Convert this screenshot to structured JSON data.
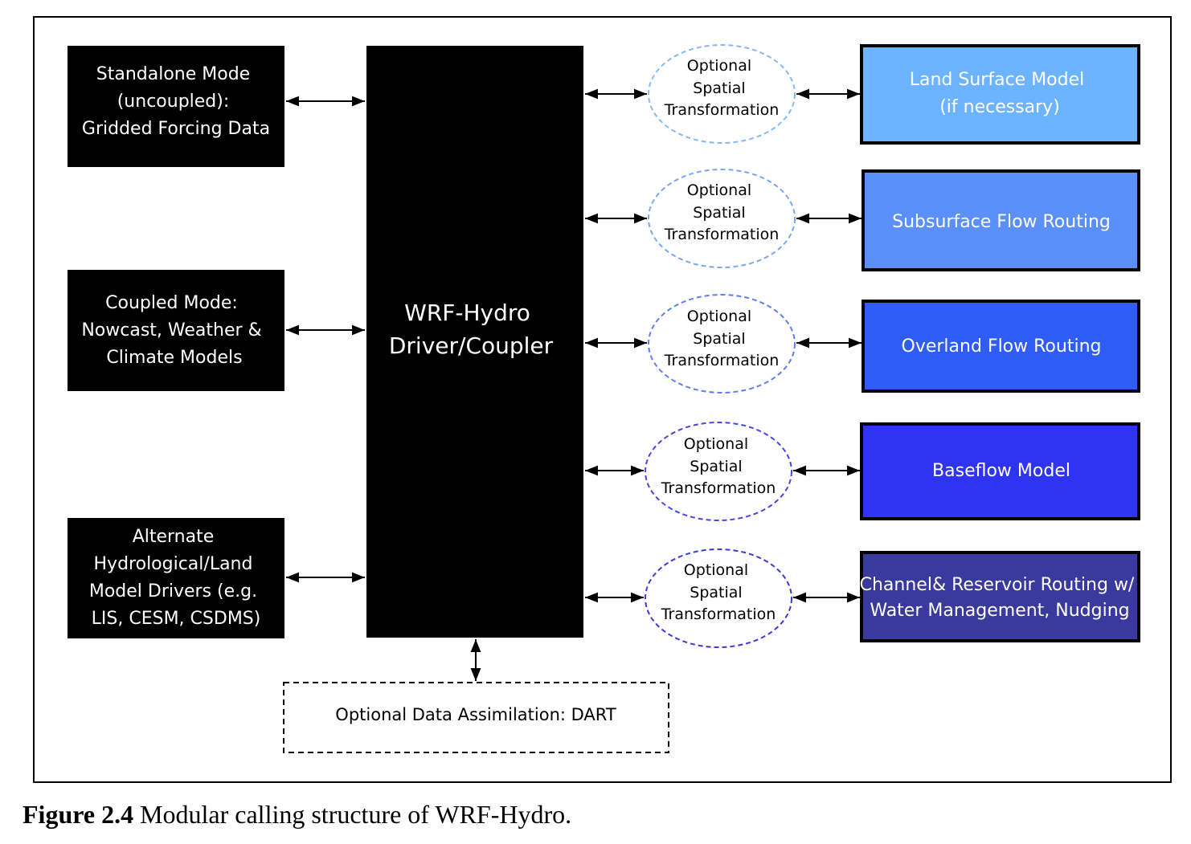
{
  "inputs": [
    {
      "lines": [
        "Standalone Mode",
        "(uncoupled):",
        "Gridded Forcing Data"
      ]
    },
    {
      "lines": [
        "Coupled Mode:",
        "Nowcast, Weather &",
        "Climate Models"
      ]
    },
    {
      "lines": [
        "Alternate",
        "Hydrological/Land",
        "Model Drivers (e.g.",
        "LIS, CESM,  CSDMS)"
      ]
    }
  ],
  "driver": {
    "lines": [
      "WRF-Hydro",
      "Driver/Coupler"
    ]
  },
  "transform": {
    "lines": [
      "Optional",
      "Spatial",
      "Transformation"
    ]
  },
  "components": [
    {
      "lines": [
        "Land Surface Model",
        "(if necessary)"
      ],
      "color": "#6cb4ff"
    },
    {
      "lines": [
        "Subsurface Flow Routing"
      ],
      "color": "#5b8ff9"
    },
    {
      "lines": [
        "Overland Flow Routing"
      ],
      "color": "#2e5cf5"
    },
    {
      "lines": [
        "Baseflow Model"
      ],
      "color": "#2f33f2"
    },
    {
      "lines": [
        "Channel& Reservoir Routing w/",
        "Water Management, Nudging"
      ],
      "color": "#3a3a9e"
    }
  ],
  "oval_colors": [
    "#8ab8f5",
    "#7aa7f0",
    "#5d7ff0",
    "#4646e8",
    "#3a3ad6"
  ],
  "assimilation": {
    "label": "Optional Data Assimilation: DART"
  },
  "caption": {
    "label": "Figure 2.4",
    "text": " Modular calling structure of WRF-Hydro."
  }
}
